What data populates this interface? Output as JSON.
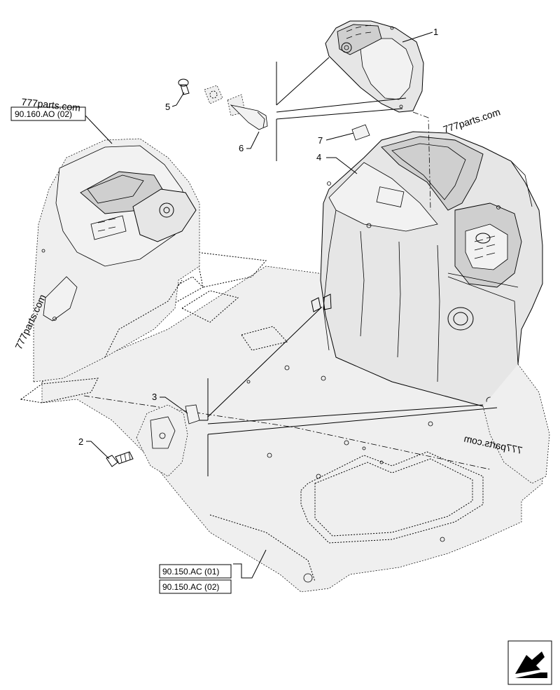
{
  "callouts": [
    "1",
    "2",
    "3",
    "4",
    "5",
    "6",
    "7"
  ],
  "references": {
    "top_left": "90.160.AO (02)",
    "bottom_1": "90.150.AC (01)",
    "bottom_2": "90.150.AC (02)"
  },
  "watermarks": {
    "upper_right": "777parts.com",
    "upper_left": "777parts.com",
    "left_vertical": "777parts.com",
    "lower_right_mirrored": "777parts.com"
  },
  "nav_icon": "next-page-arrow-icon"
}
